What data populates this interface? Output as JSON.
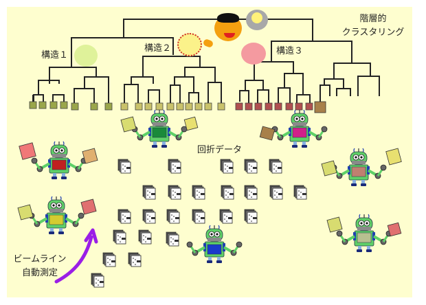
{
  "title": {
    "line1": "階層的",
    "line2": "クラスタリング"
  },
  "clusters": [
    {
      "label": "構造１",
      "leaf_color": "#9aa64a",
      "leaf_count": 7,
      "highlight": "#dff29a"
    },
    {
      "label": "構造２",
      "leaf_color": "#c9c26a",
      "leaf_count": 10,
      "highlight": "#fbf28a",
      "highlight_border": "#d02828"
    },
    {
      "label": "構造３",
      "leaf_color": "#b05050",
      "leaf_count": 8,
      "highlight": "#f49aa0"
    }
  ],
  "unclustered_leaf_color": "#a8804a",
  "data_label": "回折データ",
  "beamline": {
    "line1": "ビームライン",
    "line2": "自動測定",
    "arrow_color": "#9a1ee6"
  },
  "robots": [
    {
      "id": "robot-top-center",
      "screen_color": "#1a8a3a"
    },
    {
      "id": "robot-top-right",
      "screen_color": "#d0208a"
    },
    {
      "id": "robot-left-upper",
      "screen_color": "#c02020"
    },
    {
      "id": "robot-left-lower",
      "screen_color": "#d4cc30"
    },
    {
      "id": "robot-bottom-center",
      "screen_color": "#1a3acc"
    },
    {
      "id": "robot-right-middle",
      "screen_color": "#c08070"
    },
    {
      "id": "robot-right-lower",
      "screen_color": "#b8c090"
    }
  ],
  "colors": {
    "background": "#fefecf",
    "tree_line": "#222222",
    "robot_body": "#5fd068",
    "data_stack": "#555555"
  }
}
